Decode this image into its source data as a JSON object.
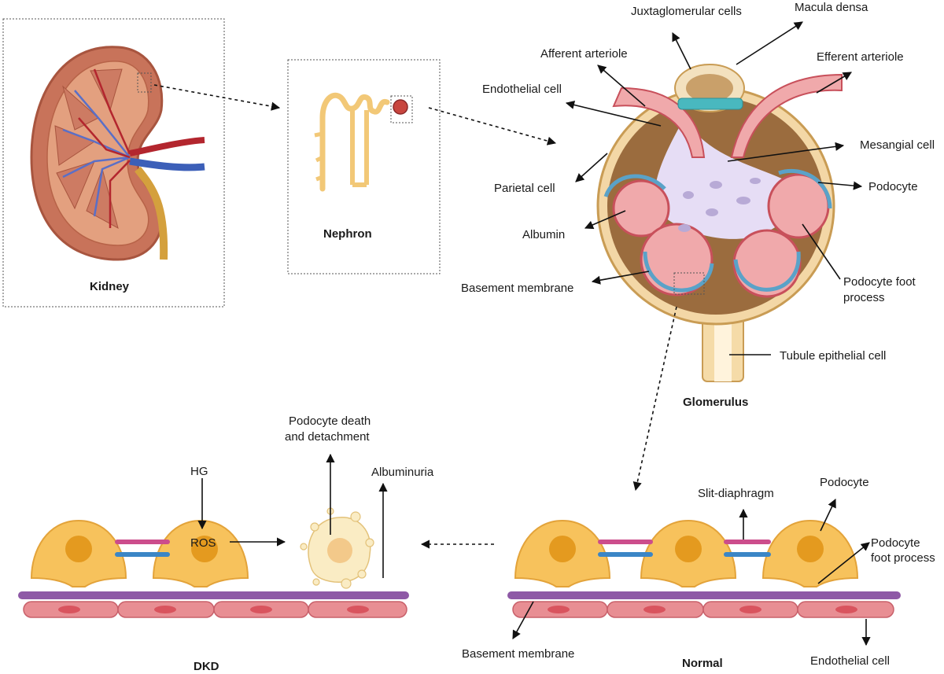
{
  "panels": {
    "kidney_title": "Kidney",
    "nephron_title": "Nephron",
    "glomerulus_title": "Glomerulus",
    "dkd_title": "DKD",
    "normal_title": "Normal"
  },
  "glomerulus_labels": {
    "juxtaglomerular": "Juxtaglomerular cells",
    "macula_densa": "Macula  densa",
    "afferent": "Afferent arteriole",
    "efferent": "Efferent arteriole",
    "endothelial": "Endothelial cell",
    "mesangial": "Mesangial cell",
    "parietal": "Parietal cell",
    "podocyte": "Podocyte",
    "albumin": "Albumin",
    "basement": "Basement membrane",
    "foot_process_1": "Podocyte foot",
    "foot_process_2": "process",
    "tubule": "Tubule epithelial cell"
  },
  "dkd_labels": {
    "hg": "HG",
    "ros": "ROS",
    "death_1": "Podocyte death",
    "death_2": "and detachment",
    "albuminuria": "Albuminuria"
  },
  "normal_labels": {
    "slit": "Slit-diaphragm",
    "podocyte": "Podocyte",
    "foot_1": "Podocyte",
    "foot_2": "foot process",
    "basement": "Basement membrane",
    "endothelial": "Endothelial cell"
  },
  "colors": {
    "podocyte": "#f7c25c",
    "podocyte_stroke": "#e3a33a",
    "nucleus": "#e49a1f",
    "gbm": "#8e59a6",
    "endo": "#e88e93",
    "endo_nucleus": "#d9545e",
    "slit_pink": "#cc4d8c",
    "slit_blue": "#3b86c6",
    "kidney": "#c8735a",
    "capsule": "#9a6b3f",
    "capillary": "#f0a9ab"
  }
}
